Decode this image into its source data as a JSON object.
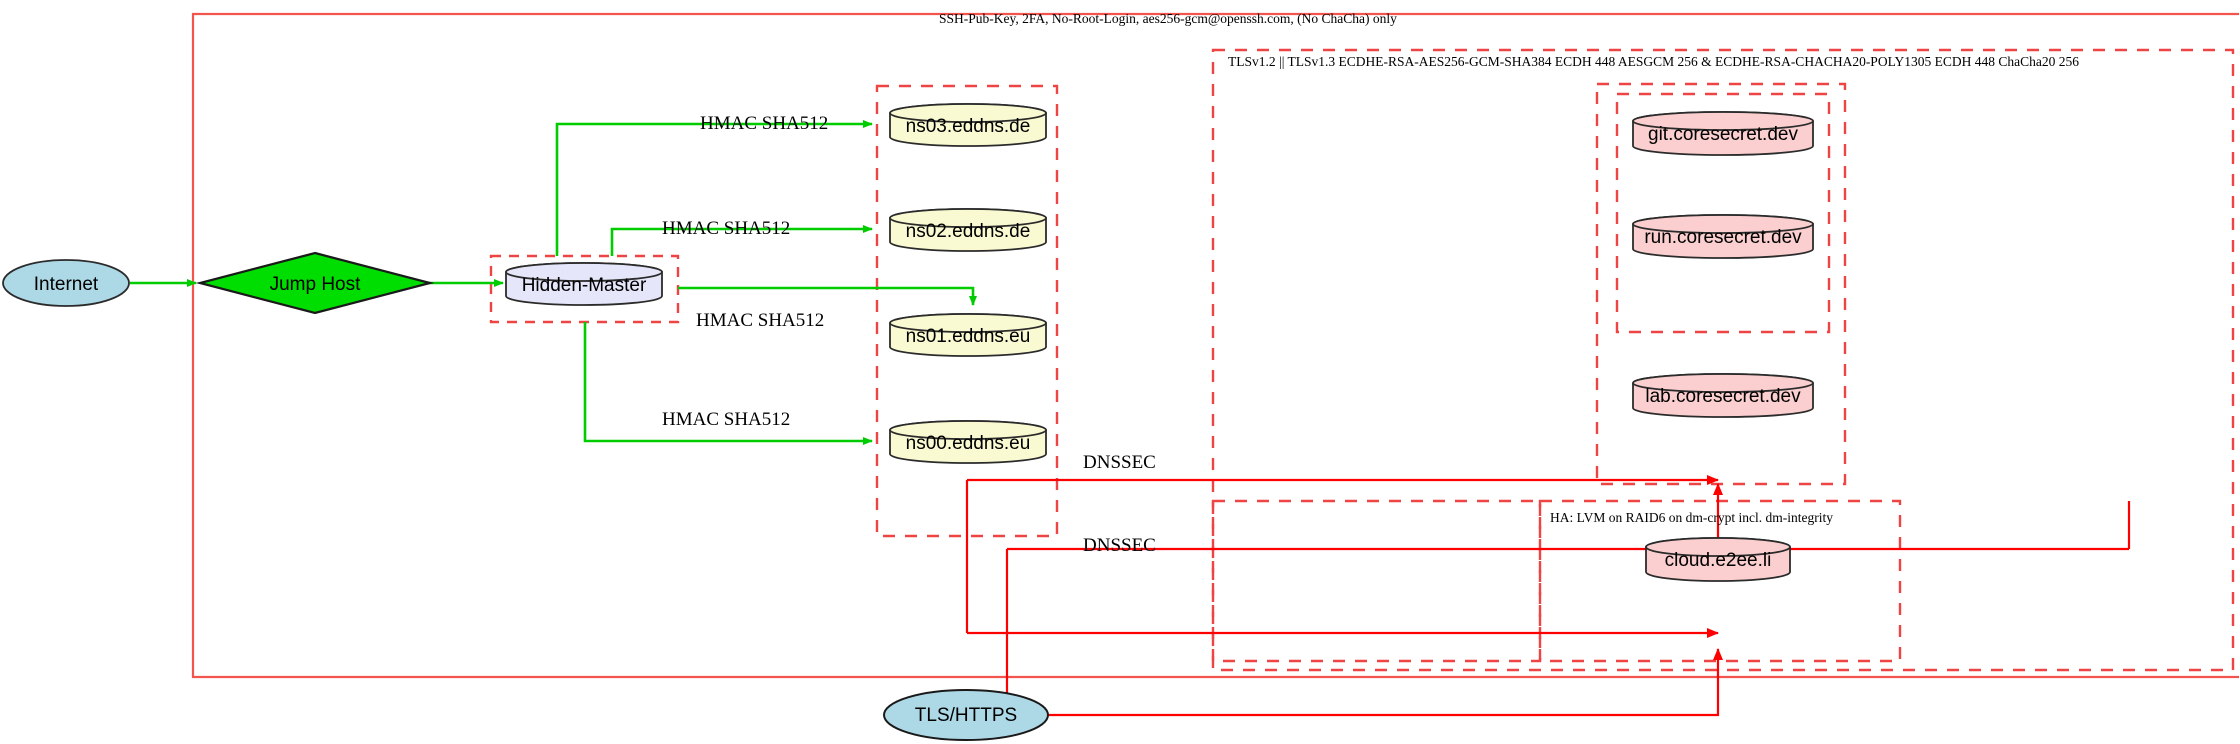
{
  "diagram": {
    "title_labels": {
      "ssh_policy": "SSH-Pub-Key, 2FA, No-Root-Login, aes256-gcm@openssh.com, (No ChaCha) only",
      "tls_policy": "TLSv1.2 || TLSv1.3 ECDHE-RSA-AES256-GCM-SHA384 ECDH 448 AESGCM 256 & ECDHE-RSA-CHACHA20-POLY1305 ECDH 448 ChaCha20 256",
      "ha_policy": "HA: LVM on RAID6 on dm-crypt incl. dm-integrity"
    },
    "nodes": {
      "internet": {
        "label": "Internet",
        "shape": "ellipse",
        "fill": "#add8e6"
      },
      "jump_host": {
        "label": "Jump Host",
        "shape": "diamond",
        "fill": "#00dd00"
      },
      "hidden_master": {
        "label": "Hidden-Master",
        "shape": "cylinder",
        "fill": "#e6e6fa"
      },
      "ns03": {
        "label": "ns03.eddns.de",
        "shape": "cylinder",
        "fill": "#fafad2"
      },
      "ns02": {
        "label": "ns02.eddns.de",
        "shape": "cylinder",
        "fill": "#fafad2"
      },
      "ns01": {
        "label": "ns01.eddns.eu",
        "shape": "cylinder",
        "fill": "#fafad2"
      },
      "ns00": {
        "label": "ns00.eddns.eu",
        "shape": "cylinder",
        "fill": "#fafad2"
      },
      "git": {
        "label": "git.coresecret.dev",
        "shape": "cylinder",
        "fill": "#fbcfcf"
      },
      "run": {
        "label": "run.coresecret.dev",
        "shape": "cylinder",
        "fill": "#fbcfcf"
      },
      "lab": {
        "label": "lab.coresecret.dev",
        "shape": "cylinder",
        "fill": "#fbcfcf"
      },
      "cloud": {
        "label": "cloud.e2ee.li",
        "shape": "cylinder",
        "fill": "#fbcfcf"
      },
      "tls_https": {
        "label": "TLS/HTTPS",
        "shape": "ellipse",
        "fill": "#add8e6"
      }
    },
    "edge_labels": {
      "hmac_ns03": "HMAC SHA512",
      "hmac_ns02": "HMAC SHA512",
      "hmac_ns01": "HMAC SHA512",
      "hmac_ns00": "HMAC SHA512",
      "dnssec_upper": "DNSSEC",
      "dnssec_lower": "DNSSEC"
    },
    "colors": {
      "edge_green": "#00cc00",
      "edge_red": "#ff0000",
      "cluster_dash": "#ee4444",
      "outline": "#2b2b2b"
    }
  }
}
